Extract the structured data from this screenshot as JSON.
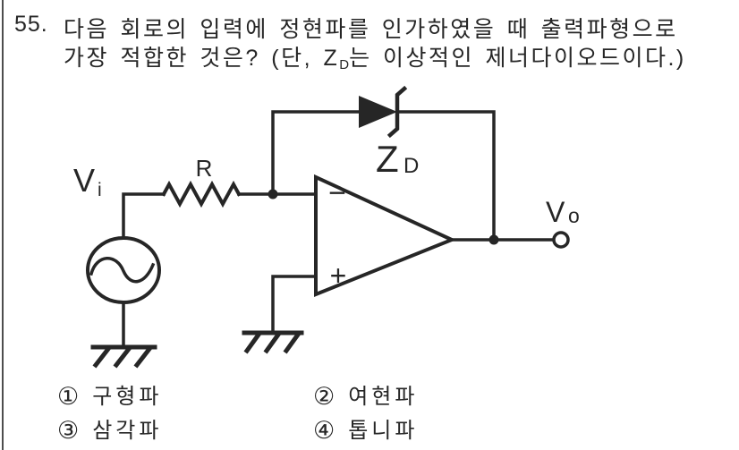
{
  "question": {
    "number": "55.",
    "line1": "다음 회로의 입력에 정현파를 인가하였을 때 출력파형으로",
    "line2_pre": "가장 적합한 것은? (단, Z",
    "line2_sub": "D",
    "line2_post": "는 이상적인 제너다이오드이다.)"
  },
  "circuit": {
    "input_label_main": "V",
    "input_label_sub": "i",
    "resistor_label": "R",
    "zener_label_main": "Z",
    "zener_label_sub": "D",
    "output_label_main": "V",
    "output_label_sub": "o",
    "opamp_minus": "−",
    "opamp_plus": "+"
  },
  "choices": [
    {
      "number": "①",
      "label": "구형파"
    },
    {
      "number": "②",
      "label": "여현파"
    },
    {
      "number": "③",
      "label": "삼각파"
    },
    {
      "number": "④",
      "label": "톱니파"
    }
  ],
  "colors": {
    "ink": "#262626",
    "background": "#ffffff",
    "left_rule": "#4d4d4d"
  }
}
